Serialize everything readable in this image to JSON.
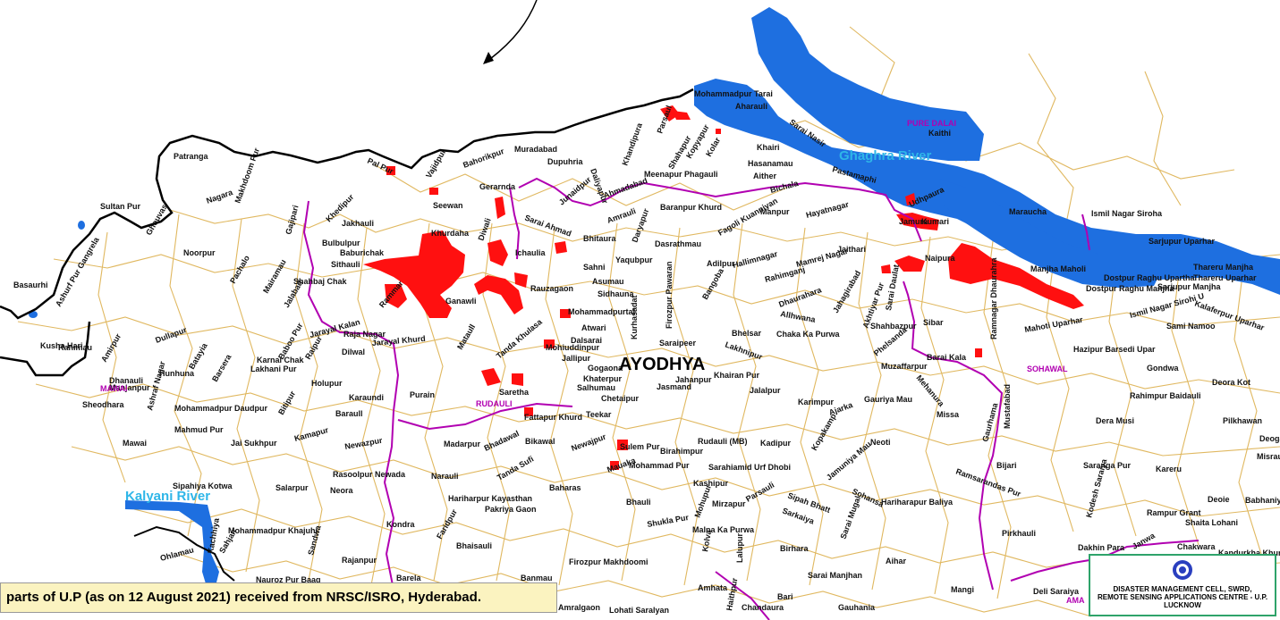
{
  "colors": {
    "district_boundary": "#000000",
    "tehsil_boundary": "#b100b1",
    "village_boundary": "#e0b860",
    "flood_water": "#1e6fe0",
    "inundated_area": "#ff1010",
    "river_label": "#2fb6e8",
    "caption_bg": "#fbf3c0"
  },
  "city_label": "AYODHYA",
  "rivers": [
    {
      "name": "Ghaghra River"
    },
    {
      "name": "Kalyani River"
    }
  ],
  "tehsils": [
    "RUDAULI",
    "MAWAI",
    "SOHAWAL",
    "PURE DALAI",
    "AMA"
  ],
  "villages": [
    "Mohammadpur Tarai",
    "Aharauli",
    "Sarai Nasir",
    "Kaithi",
    "Khairi",
    "Hasanamau",
    "Aither",
    "Pastamaphi",
    "Bichala",
    "Manpur",
    "Hayatnagar",
    "Udhpaura",
    "Jamura",
    "Kumari",
    "Maraucha",
    "Ismil Nagar Siroha",
    "Sarjupur Uparhar",
    "Naipura",
    "Manjha Maholi",
    "Dostpur Raghu Upartha",
    "Dostpur Raghu Manjha",
    "Sarjupur Manjha",
    "Thareru Manjha",
    "Thareru Uparhar",
    "Ismil Nagar Sirohi U",
    "Kalaferpur Uparhar",
    "Sami Namoo",
    "Patranga",
    "Sultan Pur",
    "Nagara",
    "Makhdoom Pur",
    "Ghouvas",
    "Gajipari",
    "Khedipur",
    "Pal Pur",
    "Vajidpur",
    "Bahorikpur",
    "Muradabad",
    "Dupuhria",
    "Daliyapur",
    "Khandipura",
    "Parsaul",
    "Shahapur",
    "Kopyapur",
    "Kolar",
    "Gerarnda",
    "Seewan",
    "Junaidpur",
    "Ahmadabad",
    "Meenapur Phagauli",
    "Baranpur Khurd",
    "Amrauli",
    "Sarai Ahmad",
    "Khurdaha",
    "Diwali",
    "Jakhauli",
    "Bulbulpur",
    "Baburichak",
    "Sithauli",
    "Noorpur",
    "Pachalo",
    "Mairamau",
    "Jalabad",
    "Shahbaj Chak",
    "Rammar",
    "Jarayal Kalan",
    "Ganawli",
    "Ichaulia",
    "Bhitaura",
    "Daryapur",
    "Dasrathmau",
    "Fagoli Kuanniyan",
    "Yaqubpur",
    "Sahni",
    "Adilpur",
    "Hallimnagar",
    "Rahimganj",
    "Mamrej Nagar",
    "Jaithari",
    "Asumau",
    "Sidhauna",
    "Rauzagaon",
    "Firozpur Pawaran",
    "Kurhasadat",
    "Bangoba",
    "Dhaurahara",
    "Jahagirabad",
    "Akhtiyar Pur",
    "Sarai Daulat",
    "Shahbazpur",
    "Sibar",
    "Ramnagar Dhaurahra",
    "Mahoti Uparhar",
    "Mohammadpurtal",
    "Atwari",
    "Dalsarai",
    "Saraipeer",
    "Lakhnipur",
    "Bhelsar",
    "Allhwana",
    "Chaka Ka Purwa",
    "Phelsanda",
    "Barai Kala",
    "Hazipur Barsedi Upar",
    "Ranimau",
    "Ashurf Pur Gangrela",
    "Basaurhi",
    "Kusha Hari",
    "Dullapur",
    "Amirpur",
    "Raja Nagar",
    "Jarayal Khurd",
    "Karnai Chak",
    "Lakhani Pur",
    "Baboo Pur",
    "Raipur",
    "Dilwal",
    "Mataull",
    "Tanda Khulasa",
    "Mohiuddinpur",
    "Jallipur",
    "Gogaona",
    "Khaterpur",
    "Salhumau",
    "Jahanpur",
    "Khairan Pur",
    "Jalalpur",
    "Muzaffarpur",
    "Mehanura",
    "Gondwa",
    "Deora Kot",
    "Dhanauli",
    "Manjanpur",
    "Sheodhara",
    "Hunhuna",
    "Batayia",
    "Holupur",
    "Karaundi",
    "Barsera",
    "Purain",
    "Saretha",
    "Chetaipur",
    "Jasmand",
    "Karimpur",
    "Gauriya Mau",
    "Ajarka",
    "Missa",
    "Rahimpur Baidauli",
    "Ashraf Nagar",
    "Mohammadpur Daudpur",
    "Mahmud Pur",
    "Baraull",
    "Bitipur",
    "Fattapur Khurd",
    "Teekar",
    "Dera Musi",
    "Pilkhawan",
    "Mawai",
    "Jai Sukhpur",
    "Kamapur",
    "Newazpur",
    "Madarpur",
    "Bhadawal",
    "Bikawal",
    "Newajpur",
    "Sulem Pur",
    "Birahimpur",
    "Rudauli (MB)",
    "Kadipur",
    "Kopakamp",
    "Neoti",
    "Gaurhama",
    "Mustafabad",
    "Deogarh",
    "Misrauli",
    "Rasoolpur Newada",
    "Narauli",
    "Tanda Sufi",
    "Mauaka",
    "Mohammad Pur",
    "Sarahiamid Urf Dhobi",
    "Jamuniya Mau",
    "Bijari",
    "Saranga Pur",
    "Kareru",
    "Sipahiya Kotwa",
    "Salarpur",
    "Neora",
    "Baharas",
    "Hariharpur Kayasthan",
    "Pakriya Gaon",
    "Bhauli",
    "Kashipur",
    "Mirzapur",
    "Parsauli",
    "Sipah Bhatt",
    "Sohansa",
    "Hariharapur Baliya",
    "Ramsarandas Pur",
    "Kodesh Saraiya",
    "Deoie",
    "Babhaniyawan",
    "Mohammadpur Khajuhi",
    "Sahjan",
    "Kondra",
    "Faridpur",
    "Shukla Pur",
    "Mohupur",
    "Sarkaiya",
    "Sarai Mugal",
    "Rampur Grant",
    "Shaita Lohani",
    "Ohlamau",
    "Sandwa",
    "Rajanpur",
    "Bhaisauli",
    "Malna Ka Purwa",
    "Kolva",
    "Lalupur",
    "Birhara",
    "Aihar",
    "Pirkhauli",
    "Dakhin Para",
    "Janwa",
    "Chakwara",
    "Kandurkha Khurd",
    "Nauroz Pur Baag",
    "Barela",
    "Banmau",
    "Firozpur Makhdoomi",
    "Amhata",
    "Sarai Manjhan",
    "Mangi",
    "Deli Saraiya",
    "Bari",
    "Amralgaon",
    "Lohati Saralyan",
    "Haithpur",
    "Chandaura",
    "Gauhania",
    "Kachhiya"
  ],
  "caption": {
    "text": "parts of U.P  (as on 12 August 2021) received from  NRSC/ISRO, Hyderabad."
  },
  "credit": {
    "line1": "DISASTER MANAGEMENT CELL, SWRD,",
    "line2": "REMOTE SENSING APPLICATIONS CENTRE - U.P.",
    "line3": "LUCKNOW",
    "logo_icon": "rsac-emblem-icon"
  }
}
